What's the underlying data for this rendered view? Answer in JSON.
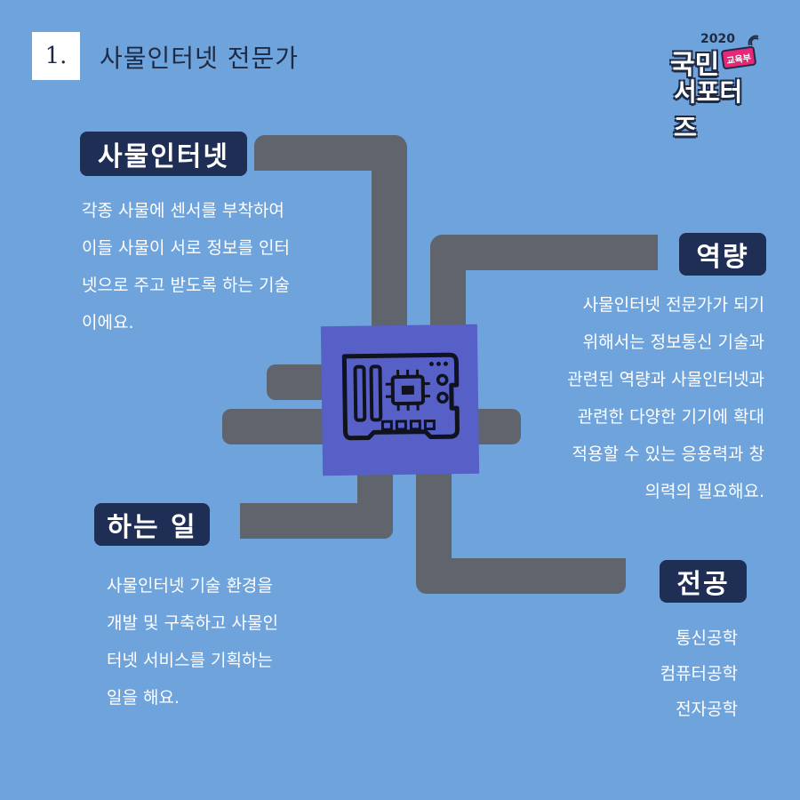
{
  "header": {
    "number": "1.",
    "title": "사물인터넷 전문가"
  },
  "logo": {
    "year": "2020",
    "badge": "교육부",
    "line1": "국민",
    "line2": "서포터즈"
  },
  "sections": {
    "iot": {
      "label": "사물인터넷",
      "lines": [
        "각종 사물에 센서를 부착하여",
        "이들 사물이 서로 정보를 인터",
        "넷으로 주고 받도록 하는 기술",
        "이에요."
      ]
    },
    "competency": {
      "label": "역량",
      "lines": [
        "사물인터넷 전문가가 되기",
        "위해서는 정보통신 기술과",
        "관련된 역량과 사물인터넷과",
        "관련한 다양한 기기에 확대",
        "적용할 수 있는 응용력과 창",
        "의력의 필요해요."
      ]
    },
    "work": {
      "label": "하는 일",
      "lines": [
        "사물인터넷 기술 환경을",
        "개발 및 구축하고 사물인",
        "터넷 서비스를 기획하는",
        "일을 해요."
      ]
    },
    "major": {
      "label": "전공",
      "lines": [
        "통신공학",
        "컴퓨터공학",
        "전자공학"
      ]
    }
  },
  "colors": {
    "background": "#6fa3dc",
    "label_bg": "#1f2e55",
    "wire": "#5f646d",
    "chip_bg": "#5760c7"
  },
  "icons": {
    "center": "circuit-board-icon"
  }
}
